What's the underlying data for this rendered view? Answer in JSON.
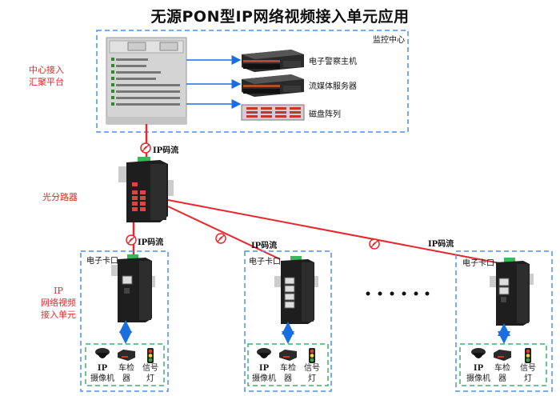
{
  "title": "无源PON型IP网络视频接入单元应用",
  "side_labels": {
    "center_access": [
      "中心接入",
      "汇聚平台"
    ],
    "splitter": "光分路器",
    "access_unit": [
      "IP",
      "网络视频",
      "接入单元"
    ]
  },
  "monitoring_center": {
    "label": "监控中心",
    "servers": [
      {
        "label": "电子警察主机",
        "icon": "rack-server-icon"
      },
      {
        "label": "流媒体服务器",
        "icon": "rack-server-icon"
      },
      {
        "label": "磁盘阵列",
        "icon": "disk-array-icon"
      }
    ]
  },
  "stream_label": "IP码流",
  "checkpoint_label": "电子卡口",
  "ellipsis": "• • • • • •",
  "units": [
    {
      "name": "unit-1",
      "ports": 1
    },
    {
      "name": "unit-2",
      "ports": 4
    },
    {
      "name": "unit-3",
      "ports": 2
    }
  ],
  "devices": [
    {
      "label_lines": [
        "IP",
        "摄像机"
      ],
      "icon": "ip-camera-icon"
    },
    {
      "label_lines": [
        "车检",
        "器"
      ],
      "icon": "vehicle-detector-icon"
    },
    {
      "label_lines": [
        "信号",
        "灯"
      ],
      "icon": "traffic-light-icon"
    }
  ],
  "colors": {
    "fiber": "#e8262b",
    "ethernet": "#1a6fe0",
    "group_border": "#4d90e8",
    "device_group_border": "#3cb371"
  }
}
